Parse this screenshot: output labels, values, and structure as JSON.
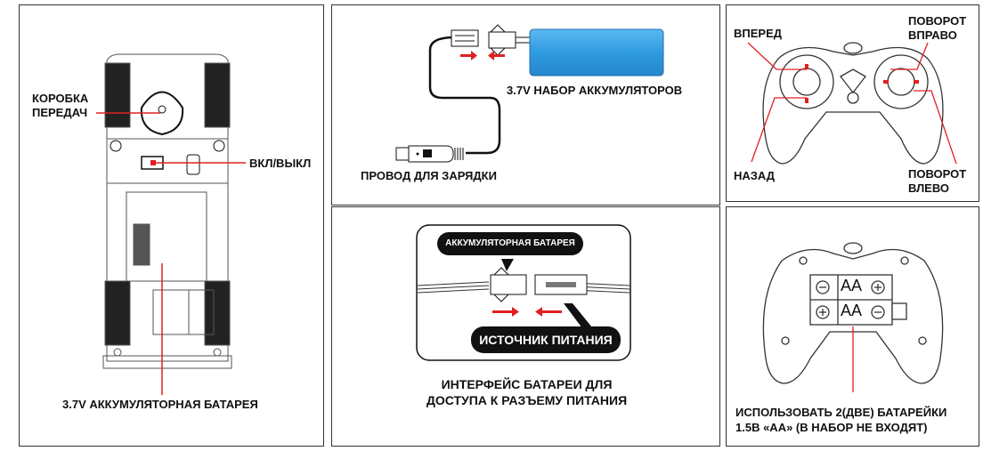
{
  "panels": {
    "chassis": {
      "gearbox_label_line1": "КОРОБКА",
      "gearbox_label_line2": "ПЕРЕДАЧ",
      "power_switch_label": "ВКЛ/ВЫКЛ",
      "battery_label": "3.7V АККУМУЛЯТОРНАЯ БАТАРЕЯ"
    },
    "charging": {
      "battery_pack_label": "3.7V НАБОР АККУМУЛЯТОРОВ",
      "cable_label": "ПРОВОД ДЛЯ ЗАРЯДКИ"
    },
    "connector": {
      "battery_callout": "АККУМУЛЯТОРНАЯ БАТАРЕЯ",
      "power_callout": "ИСТОЧНИК ПИТАНИЯ",
      "caption_line1": "ИНТЕРФЕЙС БАТАРЕИ ДЛЯ",
      "caption_line2": "ДОСТУПА К РАЗЪЕМУ ПИТАНИЯ"
    },
    "controller_front": {
      "forward_label": "ВПЕРЕД",
      "backward_label": "НАЗАД",
      "turn_right_line1": "ПОВОРОТ",
      "turn_right_line2": "ВПРАВО",
      "turn_left_line1": "ПОВОРОТ",
      "turn_left_line2": "ВЛЕВО"
    },
    "controller_back": {
      "battery_slot_1": "AA",
      "battery_slot_2": "AA",
      "caption_line1": "ИСПОЛЬЗОВАТЬ 2(ДВЕ) БАТАРЕЙКИ",
      "caption_line2": "1.5В «АА» (В НАБОР НЕ ВХОДЯТ)"
    }
  },
  "colors": {
    "leader_line": "#e02020",
    "battery_blue": "#2f9be0",
    "outline": "#222222"
  }
}
